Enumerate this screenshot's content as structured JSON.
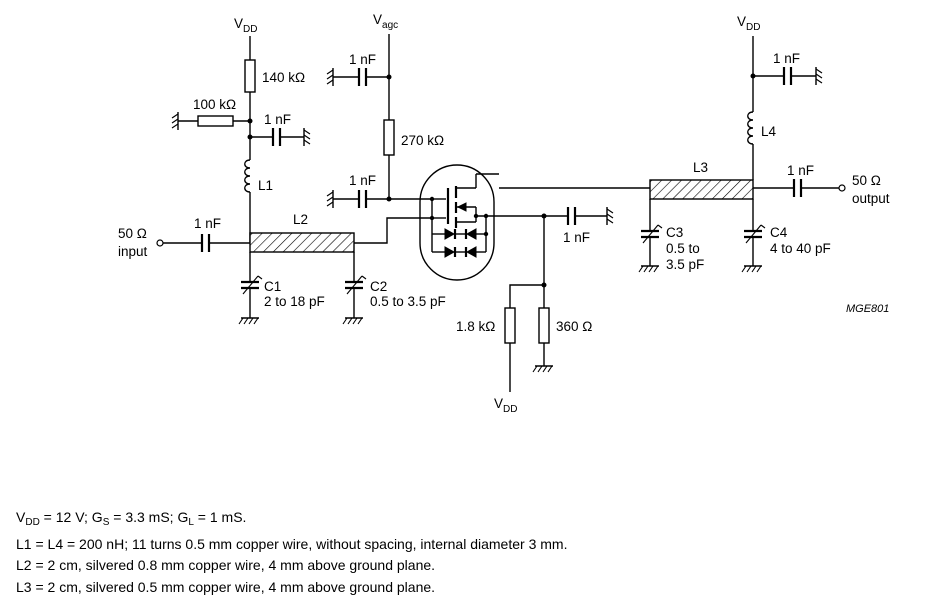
{
  "labels": {
    "vdd_top_left": {
      "main": "V",
      "sub": "DD"
    },
    "vagc": {
      "main": "V",
      "sub": "agc"
    },
    "vdd_top_right": {
      "main": "V",
      "sub": "DD"
    },
    "vdd_bottom": {
      "main": "V",
      "sub": "DD"
    },
    "r_140k": "140 kΩ",
    "r_100k": "100 kΩ",
    "r_270k": "270 kΩ",
    "r_1k8": "1.8 kΩ",
    "r_360": "360 Ω",
    "c_1nf_a": "1 nF",
    "c_1nf_b": "1 nF",
    "c_1nf_c": "1 nF",
    "c_1nf_d": "1 nF",
    "c_1nf_e": "1 nF",
    "c_1nf_f": "1 nF",
    "c_1nf_g": "1 nF",
    "input_imp": "50 Ω",
    "input": "input",
    "output_imp": "50 Ω",
    "output": "output",
    "l1": "L1",
    "l2": "L2",
    "l3": "L3",
    "l4": "L4",
    "c1": "C1",
    "c1_val": "2 to 18 pF",
    "c2": "C2",
    "c2_val": "0.5 to 3.5 pF",
    "c3": "C3",
    "c3_val_1": "0.5 to",
    "c3_val_2": "3.5 pF",
    "c4": "C4",
    "c4_val": "4 to 40 pF",
    "figure_ref": "MGE801"
  },
  "notes": {
    "line1": {
      "v": "V",
      "v_sub": "DD",
      "a": " = 12 V; G",
      "gs_sub": "S",
      "b": " = 3.3 mS; G",
      "gl_sub": "L",
      "c": " = 1 mS."
    },
    "line2": "L1 = L4 = 200 nH; 11 turns 0.5 mm copper wire, without spacing, internal diameter 3 mm.",
    "line3": "L2 = 2 cm, silvered 0.8 mm copper wire, 4 mm above ground plane.",
    "line4": "L3 = 2 cm, silvered 0.5 mm copper wire, 4 mm above ground plane."
  }
}
